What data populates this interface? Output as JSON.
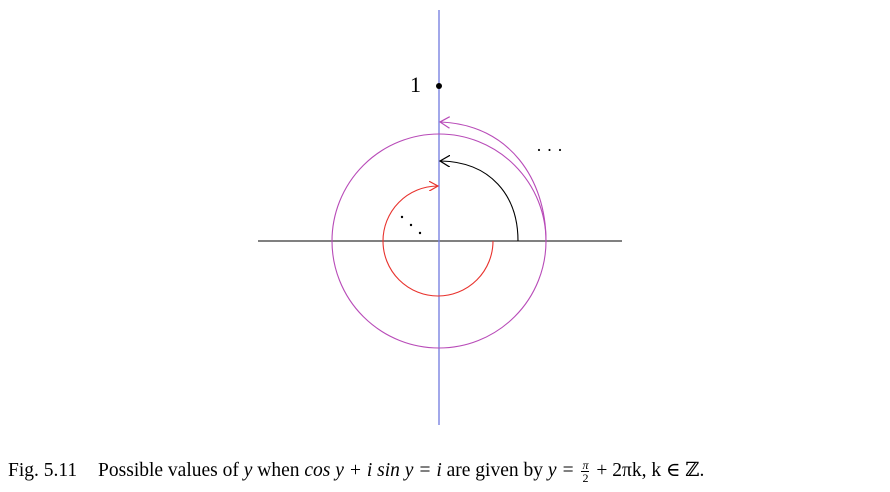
{
  "figure": {
    "point_label": "1",
    "ellipsis_top_right": "· · ·",
    "ellipsis_inner": "⋰",
    "colors": {
      "real_axis": "#000000",
      "imag_axis": "#7b83e0",
      "inner_circle": "#e8322d",
      "black_arc": "#000000",
      "outer_circle": "#b84bb8"
    }
  },
  "caption": {
    "number": "Fig. 5.11",
    "text_prefix": "Possible values of ",
    "var_y": "y",
    "text_when": " when ",
    "equation": "cos y + i sin y = i",
    "text_given": " are given by ",
    "y_equals": "y = ",
    "frac_num": "π",
    "frac_den": "2",
    "text_tail": " + 2πk, k ∈ ℤ."
  }
}
